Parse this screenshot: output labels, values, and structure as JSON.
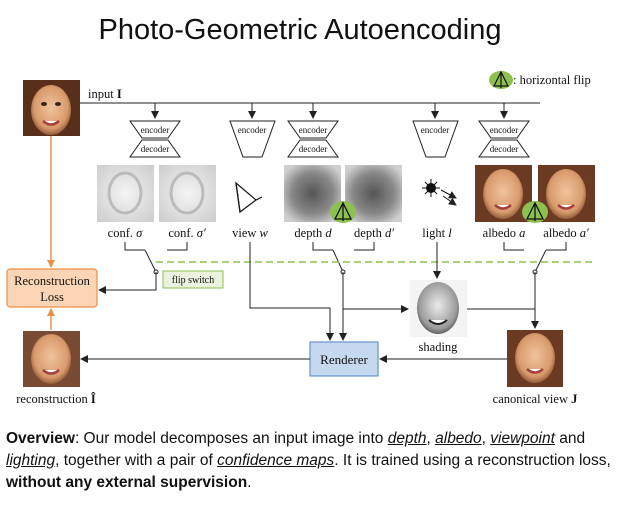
{
  "title": "Photo-Geometric Autoencoding",
  "legend": {
    "flip_text": ": horizontal flip"
  },
  "labels": {
    "input": "input ",
    "input_sym": "I",
    "conf_sigma": "conf. ",
    "sigma": "σ",
    "conf_sigma_p": "conf. ",
    "sigma_p": "σ′",
    "view": "view ",
    "view_sym": "w",
    "depth": "depth ",
    "depth_sym": "d",
    "depth_p": "depth ",
    "depth_p_sym": "d′",
    "light": "light ",
    "light_sym": "l",
    "albedo": "albedo ",
    "albedo_sym": "a",
    "albedo_p": "albedo ",
    "albedo_p_sym": "a′",
    "flip_switch": "flip switch",
    "recon_loss_1": "Reconstruction",
    "recon_loss_2": "Loss",
    "renderer": "Renderer",
    "shading": "shading",
    "reconstruction": "reconstruction ",
    "reconstruction_sym": "Î",
    "canonical": "canonical view ",
    "canonical_sym": "J",
    "encoder": "encoder",
    "decoder": "decoder"
  },
  "caption": {
    "overview": "Overview",
    "p1": ": Our model decomposes an input image into ",
    "depth": "depth",
    "c1": ", ",
    "albedo": "albedo",
    "c2": ", ",
    "viewpoint": "viewpoint",
    "p2": " and ",
    "lighting": "lighting",
    "p3": ", together with a pair of ",
    "confidence": "confidence maps",
    "p4": ". It is trained using a reconstruction loss, ",
    "bold_end": "without any external supervision",
    "p5": "."
  },
  "colors": {
    "orange": "#E8914A",
    "recon_box": "#FBD5B5",
    "renderer_box": "#C6D9F1",
    "flip_green": "#8DC04F",
    "dashed_green": "#8DC04F"
  }
}
